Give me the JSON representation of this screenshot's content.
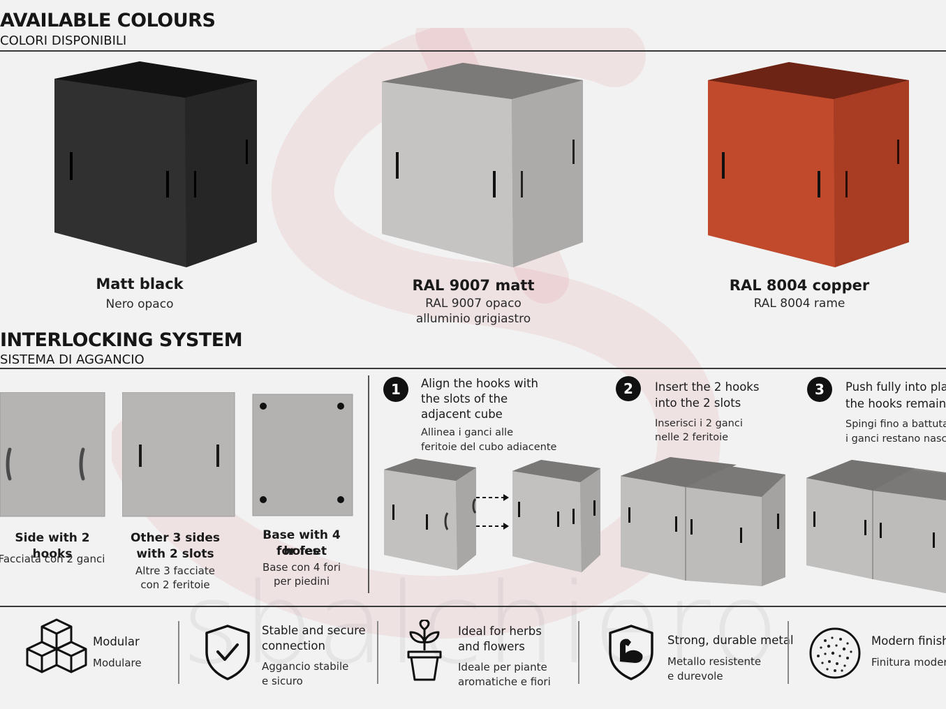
{
  "colours": {
    "title": "AVAILABLE COLOURS",
    "subtitle": "COLORI DISPONIBILI",
    "items": [
      {
        "name": "Matt black",
        "sub1": "Nero opaco",
        "sub2": "",
        "color": "#2b2b2b"
      },
      {
        "name": "RAL 9007 matt",
        "sub1": "RAL 9007 opaco",
        "sub2": "alluminio grigiastro",
        "color": "#b3b1ae"
      },
      {
        "name": "RAL 8004 copper",
        "sub1": "RAL 8004 rame",
        "sub2": "",
        "color": "#b64a30"
      }
    ]
  },
  "interlocking": {
    "title": "INTERLOCKING SYSTEM",
    "subtitle": "SISTEMA DI AGGANCIO",
    "panels": [
      {
        "name1": "Side with 2 hooks",
        "name2": "",
        "sub1": "Facciata con 2 ganci",
        "sub2": ""
      },
      {
        "name1": "Other 3 sides",
        "name2": "with 2 slots",
        "sub1": "Altre 3 facciate",
        "sub2": "con 2 feritoie"
      },
      {
        "name1": "Base with 4 holes",
        "name2": "for feet",
        "sub1": "Base con 4 fori",
        "sub2": "per piedini"
      }
    ],
    "steps": [
      {
        "num": "1",
        "en1": "Align the hooks with",
        "en2": "the slots of the",
        "en3": "adjacent cube",
        "it1": "Allinea i ganci alle",
        "it2": "feritoie del cubo adiacente"
      },
      {
        "num": "2",
        "en1": "Insert the 2 hooks",
        "en2": "into the 2 slots",
        "en3": "",
        "it1": "Inserisci i 2 ganci",
        "it2": "nelle 2 feritoie"
      },
      {
        "num": "3",
        "en1": "Push fully into place",
        "en2": "the hooks remain hid",
        "en3": "",
        "it1": "Spingi fino a battuta",
        "it2": "i ganci restano nasco"
      }
    ]
  },
  "features": [
    {
      "icon": "cubes-icon",
      "en1": "Modular",
      "en2": "",
      "it1": "Modulare",
      "it2": ""
    },
    {
      "icon": "shield-check-icon",
      "en1": "Stable and secure",
      "en2": "connection",
      "it1": "Aggancio stabile",
      "it2": "e sicuro"
    },
    {
      "icon": "plant-pot-icon",
      "en1": "Ideal for herbs",
      "en2": "and flowers",
      "it1": "Ideale per piante",
      "it2": "aromatiche e fiori"
    },
    {
      "icon": "strong-arm-shield-icon",
      "en1": "Strong, durable metal",
      "en2": "",
      "it1": "Metallo resistente",
      "it2": "e durevole"
    },
    {
      "icon": "textured-circle-icon",
      "en1": "Modern finish",
      "en2": "",
      "it1": "Finitura moderna",
      "it2": ""
    }
  ],
  "watermark": "sbalchiero"
}
